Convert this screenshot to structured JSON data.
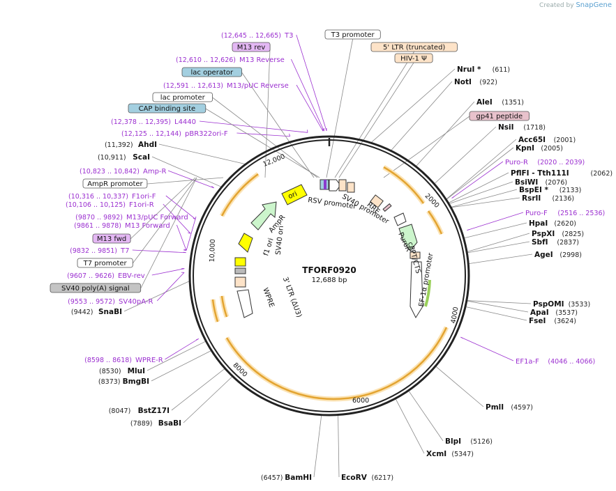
{
  "credit": {
    "prefix": "Created by",
    "brand": "SnapGene"
  },
  "plasmid": {
    "name": "TFORF0920",
    "length_label": "12,688 bp",
    "length": 12688
  },
  "ticks": [
    "2000",
    "4000",
    "6000",
    "8000",
    "10,000",
    "12,000"
  ],
  "enzymes": [
    {
      "name": "NruI *",
      "pos": "(611)"
    },
    {
      "name": "NotI",
      "pos": "(922)"
    },
    {
      "name": "AleI",
      "pos": "(1351)"
    },
    {
      "name": "NsiI",
      "pos": "(1718)"
    },
    {
      "name": "Acc65I",
      "pos": "(2001)"
    },
    {
      "name": "KpnI",
      "pos": "(2005)"
    },
    {
      "name": "PflFI - Tth111I",
      "pos": "(2062)"
    },
    {
      "name": "BsiWI",
      "pos": "(2076)"
    },
    {
      "name": "BspEI *",
      "pos": "(2133)"
    },
    {
      "name": "RsrII",
      "pos": "(2136)"
    },
    {
      "name": "HpaI",
      "pos": "(2620)"
    },
    {
      "name": "PspXI",
      "pos": "(2825)"
    },
    {
      "name": "SbfI",
      "pos": "(2837)"
    },
    {
      "name": "AgeI",
      "pos": "(2998)"
    },
    {
      "name": "PspOMI",
      "pos": "(3533)"
    },
    {
      "name": "ApaI",
      "pos": "(3537)"
    },
    {
      "name": "FseI",
      "pos": "(3624)"
    },
    {
      "name": "PmlI",
      "pos": "(4597)"
    },
    {
      "name": "BlpI",
      "pos": "(5126)"
    },
    {
      "name": "XcmI",
      "pos": "(5347)"
    },
    {
      "name": "EcoRV",
      "pos": "(6217)"
    },
    {
      "name": "BamHI",
      "pos": "(6457)"
    },
    {
      "name": "BsaBI",
      "pos": "(7889)"
    },
    {
      "name": "BstZ17I",
      "pos": "(8047)"
    },
    {
      "name": "BmgBI",
      "pos": "(8373)"
    },
    {
      "name": "MluI",
      "pos": "(8530)"
    },
    {
      "name": "SnaBI",
      "pos": "(9442)"
    },
    {
      "name": "ScaI",
      "pos": "(10,911)"
    },
    {
      "name": "AhdI",
      "pos": "(11,392)"
    }
  ],
  "primers": [
    {
      "name": "T3",
      "range": "(12,645 .. 12,665)"
    },
    {
      "name": "M13 Reverse",
      "range": "(12,610 .. 12,626)"
    },
    {
      "name": "M13/pUC Reverse",
      "range": "(12,591 .. 12,613)"
    },
    {
      "name": "L4440",
      "range": "(12,378 .. 12,395)"
    },
    {
      "name": "pBR322ori-F",
      "range": "(12,125 .. 12,144)"
    },
    {
      "name": "Amp-R",
      "range": "(10,823 .. 10,842)"
    },
    {
      "name": "F1ori-F",
      "range": "(10,316 .. 10,337)"
    },
    {
      "name": "F1ori-R",
      "range": "(10,106 .. 10,125)"
    },
    {
      "name": "M13/pUC Forward",
      "range": "(9870 .. 9892)"
    },
    {
      "name": "M13 Forward",
      "range": "(9861 .. 9878)"
    },
    {
      "name": "T7",
      "range": "(9832 .. 9851)"
    },
    {
      "name": "EBV-rev",
      "range": "(9607 .. 9626)"
    },
    {
      "name": "SV40pA-R",
      "range": "(9553 .. 9572)"
    },
    {
      "name": "WPRE-R",
      "range": "(8598 .. 8618)"
    },
    {
      "name": "Puro-R",
      "range": "(2020 .. 2039)"
    },
    {
      "name": "Puro-F",
      "range": "(2516 .. 2536)"
    },
    {
      "name": "EF1a-F",
      "range": "(4046 .. 4066)"
    }
  ],
  "feature_boxes": [
    {
      "label": "M13 rev",
      "color": "#e4b8f4"
    },
    {
      "label": "T3 promoter",
      "color": "#ffffff"
    },
    {
      "label": "5' LTR (truncated)",
      "color": "#fde3c8"
    },
    {
      "label": "HIV-1 Ψ",
      "color": "#fde3c8"
    },
    {
      "label": "lac operator",
      "color": "#a3cfe0"
    },
    {
      "label": "lac promoter",
      "color": "#ffffff"
    },
    {
      "label": "CAP binding site",
      "color": "#a3cfe0"
    },
    {
      "label": "gp41 peptide",
      "color": "#e8c2cc"
    },
    {
      "label": "AmpR promoter",
      "color": "#ffffff"
    },
    {
      "label": "M13 fwd",
      "color": "#e4b8f4"
    },
    {
      "label": "T7 promoter",
      "color": "#ffffff"
    },
    {
      "label": "SV40 poly(A) signal",
      "color": "#c4c4c4"
    }
  ],
  "inner_labels": [
    "ori",
    "AmpR",
    "f1 ori",
    "SV40 ori",
    "RSV promoter",
    "SV40 promoter",
    "RRE",
    "PuroR",
    "cPPT/CTS",
    "EF-1α promoter",
    "3' LTR (ΔU3)",
    "WPRE"
  ],
  "colors": {
    "primer": "#9b2fd0",
    "arc": "#e3a431",
    "arc_glow": "#fbe3b4",
    "backbone": "#222222"
  }
}
